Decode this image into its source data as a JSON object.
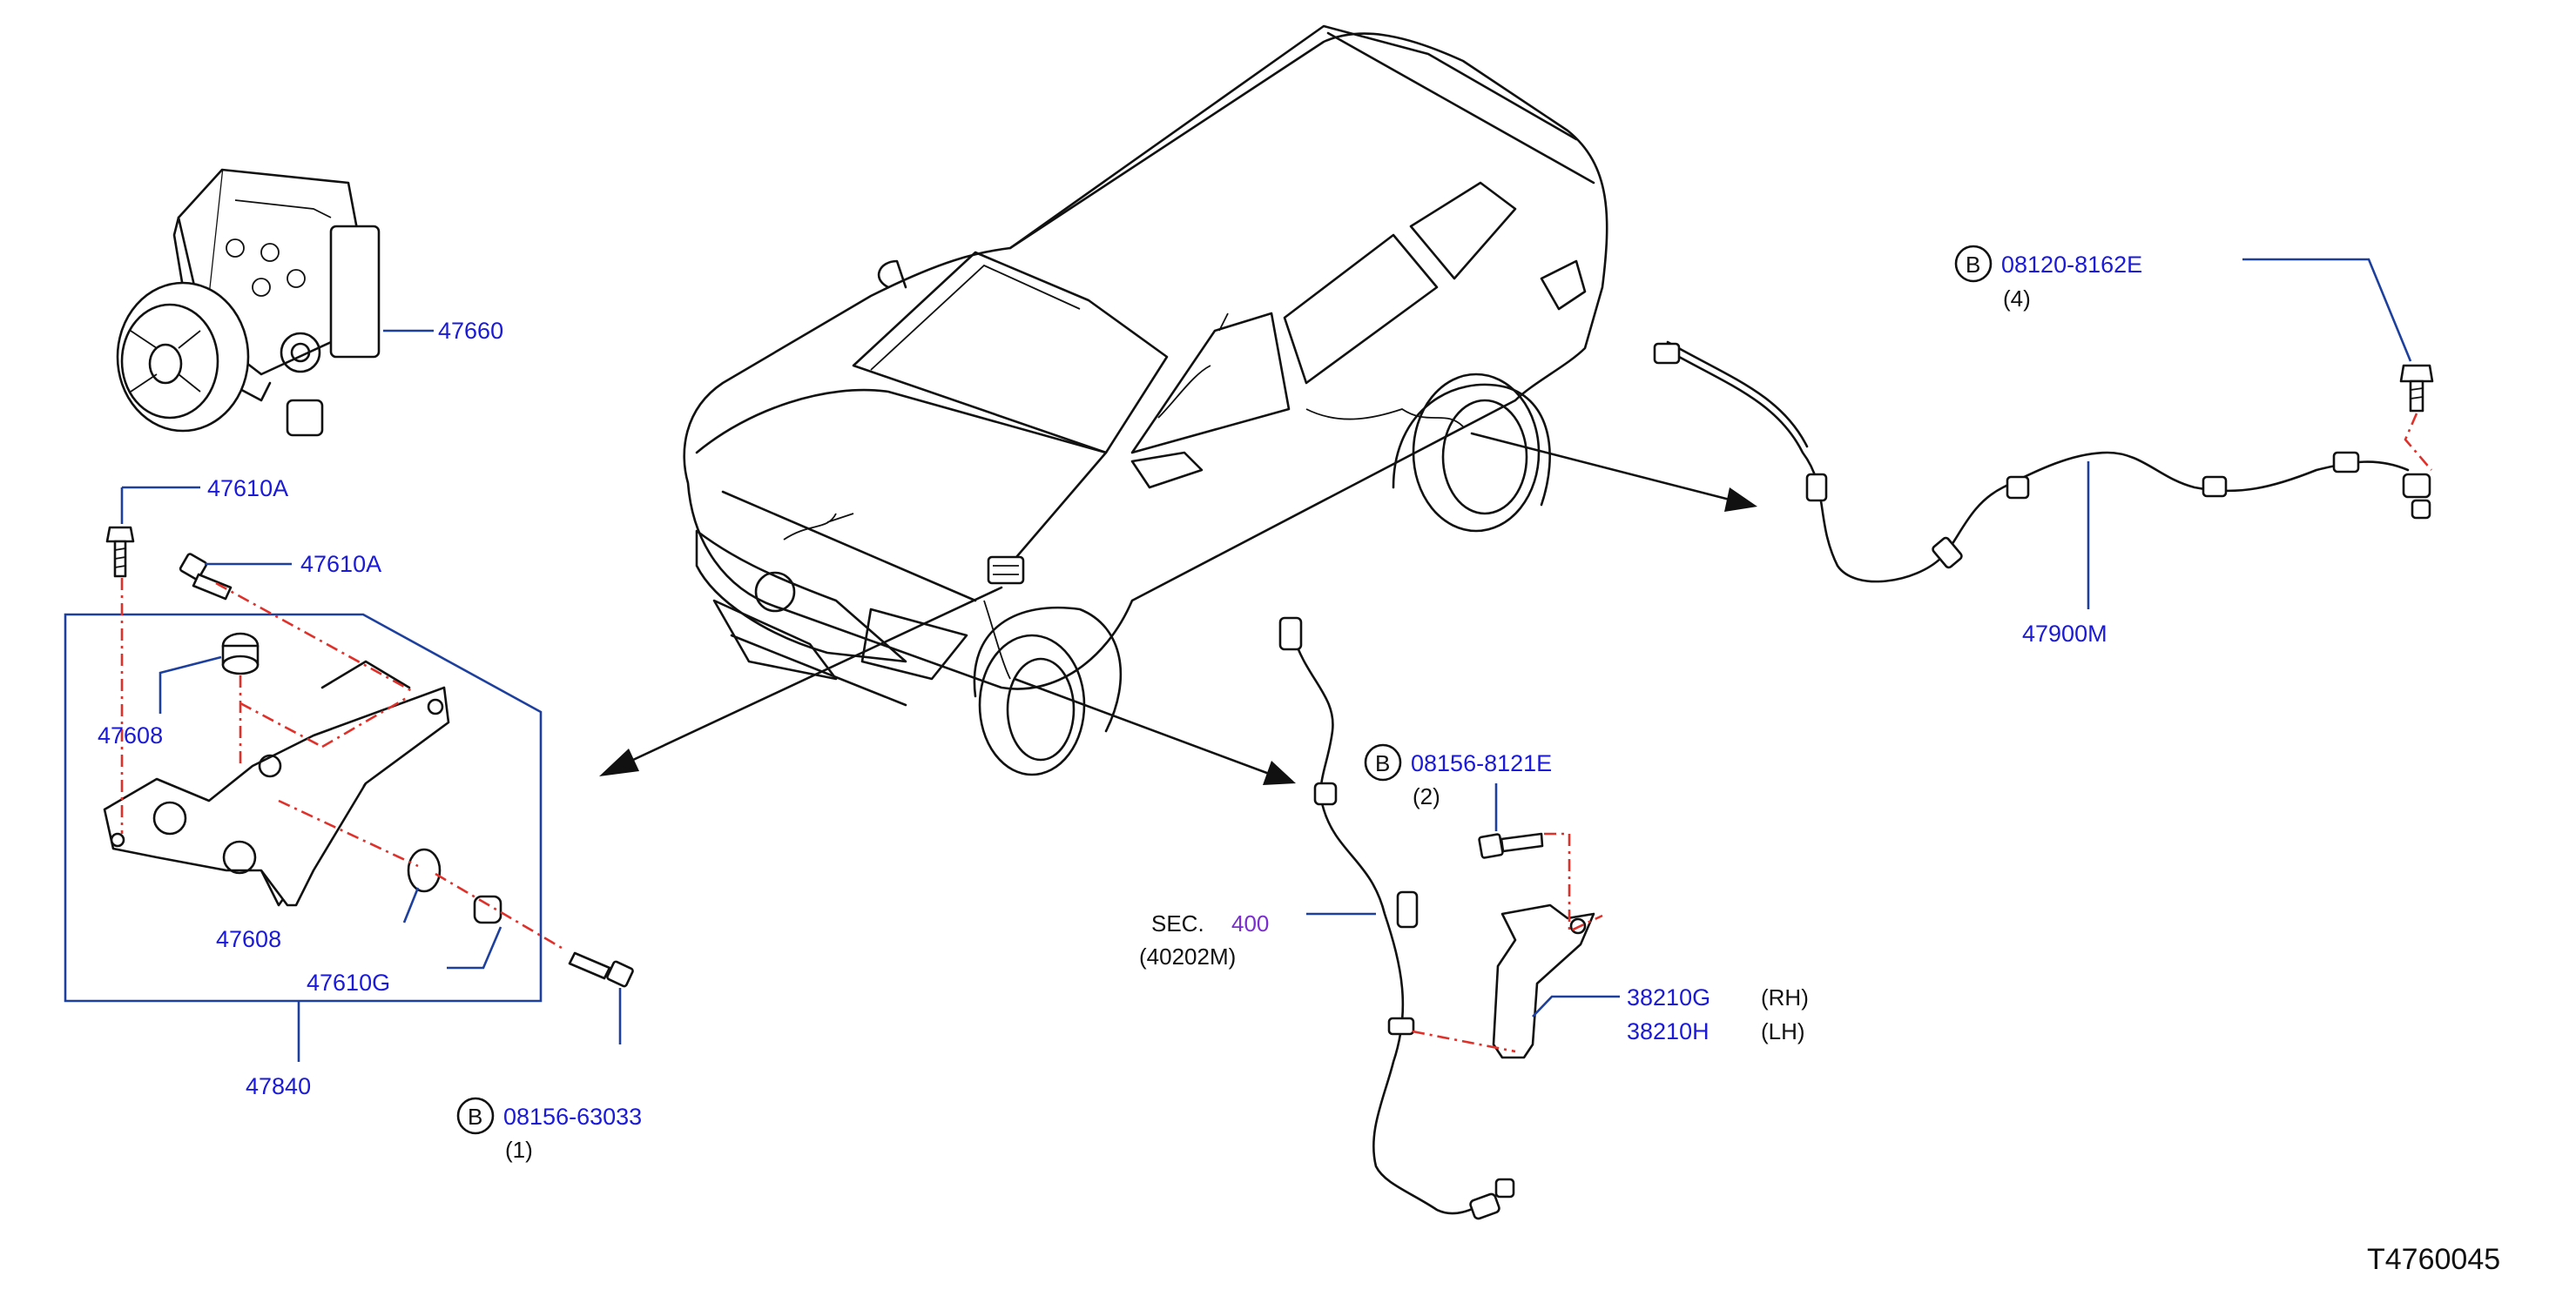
{
  "diagram": {
    "ref_code": "T4760045",
    "colors": {
      "callout": "#1a1ad8",
      "leader": "#1d3f9e",
      "centerline": "#e0302a",
      "section": "#7a2ed0",
      "ink": "#111111"
    },
    "callouts": {
      "actuator": "47660",
      "bolt_upper_1": "47610A",
      "bolt_upper_2": "47610A",
      "grommet_upper": "47608",
      "grommet_lower": "47608",
      "collar": "47610G",
      "bracket_assy": "47840",
      "bolt_front": "08156-63033",
      "bolt_front_qty": "(1)",
      "rear_sensor": "47900M",
      "rear_bolt": "08120-8162E",
      "rear_bolt_qty": "(4)",
      "front_bolt": "08156-8121E",
      "front_bolt_qty": "(2)",
      "sec_label": "SEC.",
      "sec_number": "400",
      "sec_ref": "(40202M)",
      "bracket_rh": "38210G",
      "bracket_rh_side": "(RH)",
      "bracket_lh": "38210H",
      "bracket_lh_side": "(LH)",
      "b_mark": "B"
    }
  }
}
